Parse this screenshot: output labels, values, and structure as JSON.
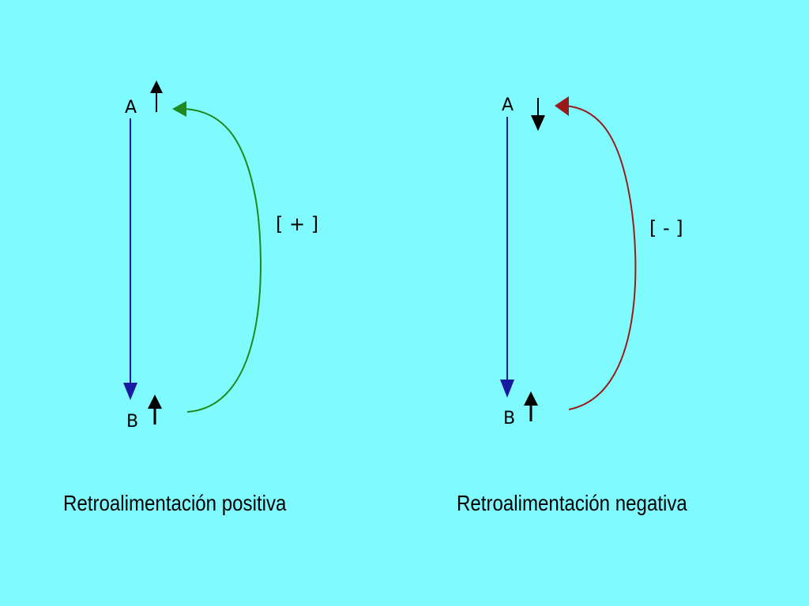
{
  "colors": {
    "background": "#7ffbff",
    "main_arrow": "#1a1aa0",
    "positive_loop": "#1e8a1e",
    "negative_loop": "#9a1a1a",
    "indicator": "#000000"
  },
  "positive": {
    "node_a": "A",
    "node_b": "B",
    "sign": "[ + ]",
    "caption": "Retroalimentación positiva",
    "a_indicator_icon": "up-arrow-icon",
    "b_indicator_icon": "up-arrow-icon"
  },
  "negative": {
    "node_a": "A",
    "node_b": "B",
    "sign": "[ - ]",
    "caption": "Retroalimentación negativa",
    "a_indicator_icon": "down-arrow-icon",
    "b_indicator_icon": "up-arrow-icon"
  }
}
